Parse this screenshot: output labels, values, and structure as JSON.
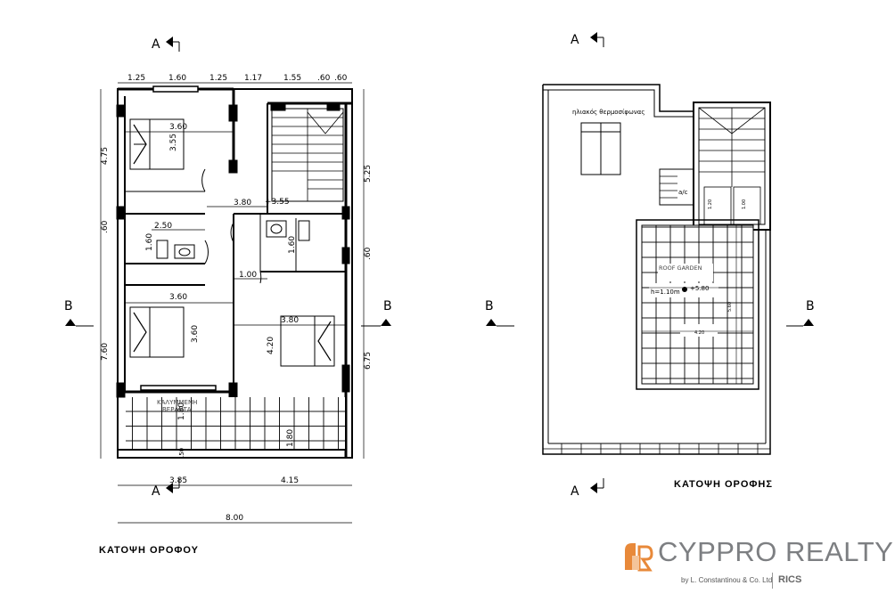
{
  "floor_plan": {
    "title": "ΚΑΤΟΨΗ ΟΡΟΦΟΥ",
    "section_labels": [
      "A",
      "A",
      "B",
      "B"
    ],
    "top_dims": [
      "1.25",
      "1.60",
      "1.25",
      "1.17",
      "1.55",
      ".60",
      ".60"
    ],
    "left_dims": [
      "4.75",
      ".60",
      "7.60"
    ],
    "right_dims": [
      "5.25",
      ".60",
      "6.75"
    ],
    "bottom_dims": [
      "3.85",
      "4.15"
    ],
    "total_width": "8.00",
    "room_dims": {
      "bed1_w": "3.60",
      "bed1_h": "3.55",
      "hall": "3.80",
      "level": "+3.55",
      "bath_w": "2.50",
      "bath_h": "1.60",
      "wc_h": "1.60",
      "bed2_w": "3.60",
      "bed2_h": "3.60",
      "corr": "1.00",
      "bed3_w": "3.80",
      "bed3_h": "4.20",
      "veranda_h1": "1.80",
      "veranda_h2": "1.80",
      "veranda_sill": ".50"
    },
    "veranda_label_1": "ΚΑΛΥΜΜΕΝΗ",
    "veranda_label_2": "ΒΕΡΑΝΤΑ"
  },
  "roof_plan": {
    "title": "ΚΑΤΟΨΗ ΟΡΟΦΗΣ",
    "section_labels": [
      "A",
      "A",
      "B",
      "B"
    ],
    "solar_label": "ηλιακός θερμοσίφωνας",
    "ac_label": "a/c",
    "garden_label": "ROOF GARDEN",
    "level_label": "h=1.10m",
    "level_value": "+5.80",
    "small_dims": [
      "1.20",
      "1.00",
      "5.60",
      "4.20"
    ]
  },
  "logo": {
    "brand": "CYPPRO REALTY",
    "sub": "by L. Constantinou & Co. Ltd",
    "partner": "RICS",
    "brand_color": "#e8893a",
    "text_color": "#7d7f82"
  }
}
